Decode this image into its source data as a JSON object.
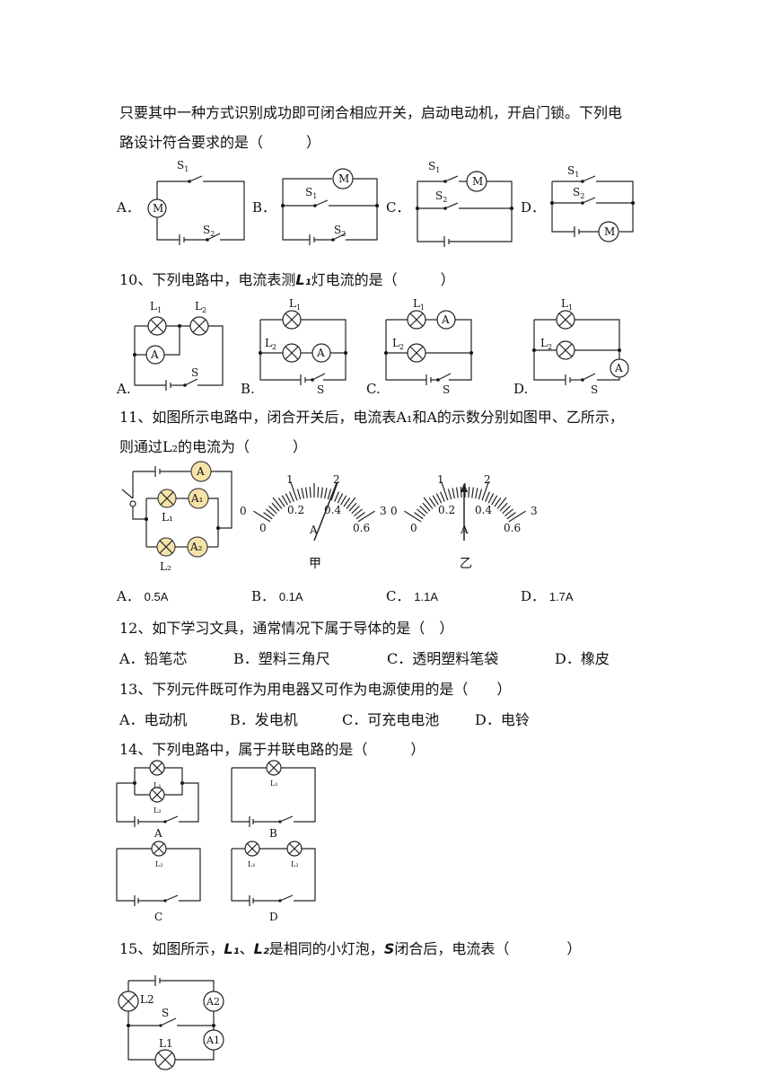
{
  "q9": {
    "text_line1": "只要其中一种方式识别成功即可闭合相应开关，启动电动机，开启门锁。下列电",
    "text_line2": "路设计符合要求的是（　　　）",
    "options": [
      "A．",
      "B．",
      "C．",
      "D．"
    ],
    "labels": {
      "s1": "S1",
      "s2": "S2",
      "motor": "M"
    }
  },
  "q10": {
    "text_prefix": "10、下列电路中，电流表测",
    "text_symbol": "L₁",
    "text_suffix": "灯电流的是（　　　）",
    "options": [
      "A.",
      "B.",
      "C.",
      "D."
    ],
    "labels": {
      "l1": "L1",
      "l2": "L2",
      "ammeter": "A",
      "switch": "S"
    }
  },
  "q11": {
    "text_line1": "11、如图所示电路中，闭合开关后，电流表A₁和A的示数分别如图甲、乙所示，",
    "text_line2": "则通过L₂的电流为（　　　）",
    "circuit_labels": {
      "a": "A",
      "a1": "A₁",
      "a2": "A₂",
      "l1": "L₁",
      "l2": "L₂"
    },
    "meter_jia": {
      "caption": "甲",
      "top_ticks": [
        "0",
        "1",
        "2",
        "3"
      ],
      "bottom_ticks": [
        "0",
        "0.2",
        "0.4",
        "0.6"
      ],
      "unit": "A"
    },
    "meter_yi": {
      "caption": "乙",
      "top_ticks": [
        "0",
        "1",
        "2",
        "3"
      ],
      "bottom_ticks": [
        "0",
        "0.2",
        "0.4",
        "0.6"
      ],
      "unit": "A"
    },
    "options": [
      {
        "letter": "A．",
        "text": "0.5A"
      },
      {
        "letter": "B．",
        "text": "0.1A"
      },
      {
        "letter": "C．",
        "text": "1.1A"
      },
      {
        "letter": "D．",
        "text": "1.7A"
      }
    ]
  },
  "q12": {
    "text": "12、如下学习文具，通常情况下属于导体的是（　）",
    "options": [
      "A．铅笔芯",
      "B．塑料三角尺",
      "C．透明塑料笔袋",
      "D．橡皮"
    ]
  },
  "q13": {
    "text": "13、下列元件既可作为用电器又可作为电源使用的是（　　）",
    "options": [
      "A．电动机",
      "B．发电机",
      "C．可充电电池",
      "D．电铃"
    ]
  },
  "q14": {
    "text": "14、下列电路中，属于并联电路的是（　　　）",
    "captions": [
      "A",
      "B",
      "C",
      "D"
    ],
    "labels": {
      "l1": "L₁",
      "l2": "L₂"
    }
  },
  "q15": {
    "text_prefix": "15、如图所示，",
    "text_l1": "L₁",
    "text_sep": "、",
    "text_l2": "L₂",
    "text_mid": "是相同的小灯泡，",
    "text_s": "S",
    "text_suffix": "闭合后，电流表（　　　　）",
    "labels": {
      "l1": "L1",
      "l2": "L2",
      "a1": "A1",
      "a2": "A2",
      "s": "S"
    }
  }
}
